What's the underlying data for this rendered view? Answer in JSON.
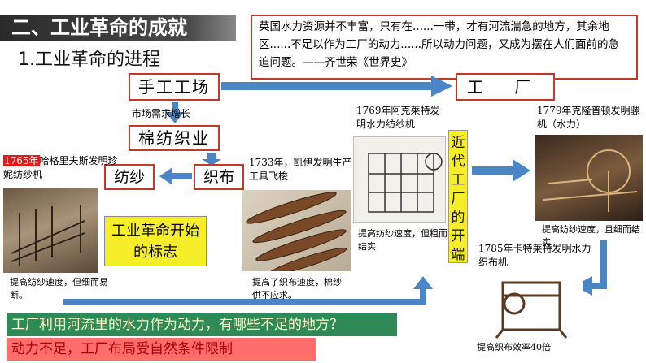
{
  "header": {
    "section_title": "二、工业革命的成就",
    "subheading": "1.工业革命的进程"
  },
  "quote": {
    "text": "英国水力资源并不丰富，只有在......一带，才有河流湍急的地方，其余地区......不足以作为工厂的动力......所以动力问题，又成为摆在人们面前的急迫问题。——齐世荣《世界史》"
  },
  "flow": {
    "handicraft": "手工工场",
    "factory": "工  厂",
    "demand": "市场需求增长",
    "cotton": "棉纺织业",
    "weaving": "织布",
    "spinning": "纺纱"
  },
  "captions": {
    "y1765_year": "1765年",
    "y1765_text": "哈格里夫斯发明珍妮纺纱机",
    "y1733": "1733年，凯伊发明生产工具飞梭",
    "y1769": "1769年阿克莱特发明水力纺纱机",
    "y1779": "1779年克隆普顿发明骡机（水力）",
    "y1785": "1785年卡特莱特发明水力织布机"
  },
  "banner_vertical": "近代工厂的开端",
  "mark_box": "工业革命开始的标志",
  "notes": {
    "n1765": "提高纺纱速度，但细而易断。",
    "n1733": "提高了织布速度，棉纱供不应求。",
    "n1769": "提高纺纱速度，但粗而结实",
    "n1779": "提高纺纱速度，且细而结实",
    "n1785": "提高织布效率40倍"
  },
  "question": "工厂利用河流里的水力作为动力，有哪些不足的地方？",
  "answer": "动力不足，工厂布局受自然条件限制",
  "colors": {
    "accent_red": "#c0392b",
    "arrow_blue": "#4a86c5",
    "banner_yellow": "#f7ee2a",
    "question_green": "#2e8b57",
    "answer_pink": "#ff6d6d"
  }
}
